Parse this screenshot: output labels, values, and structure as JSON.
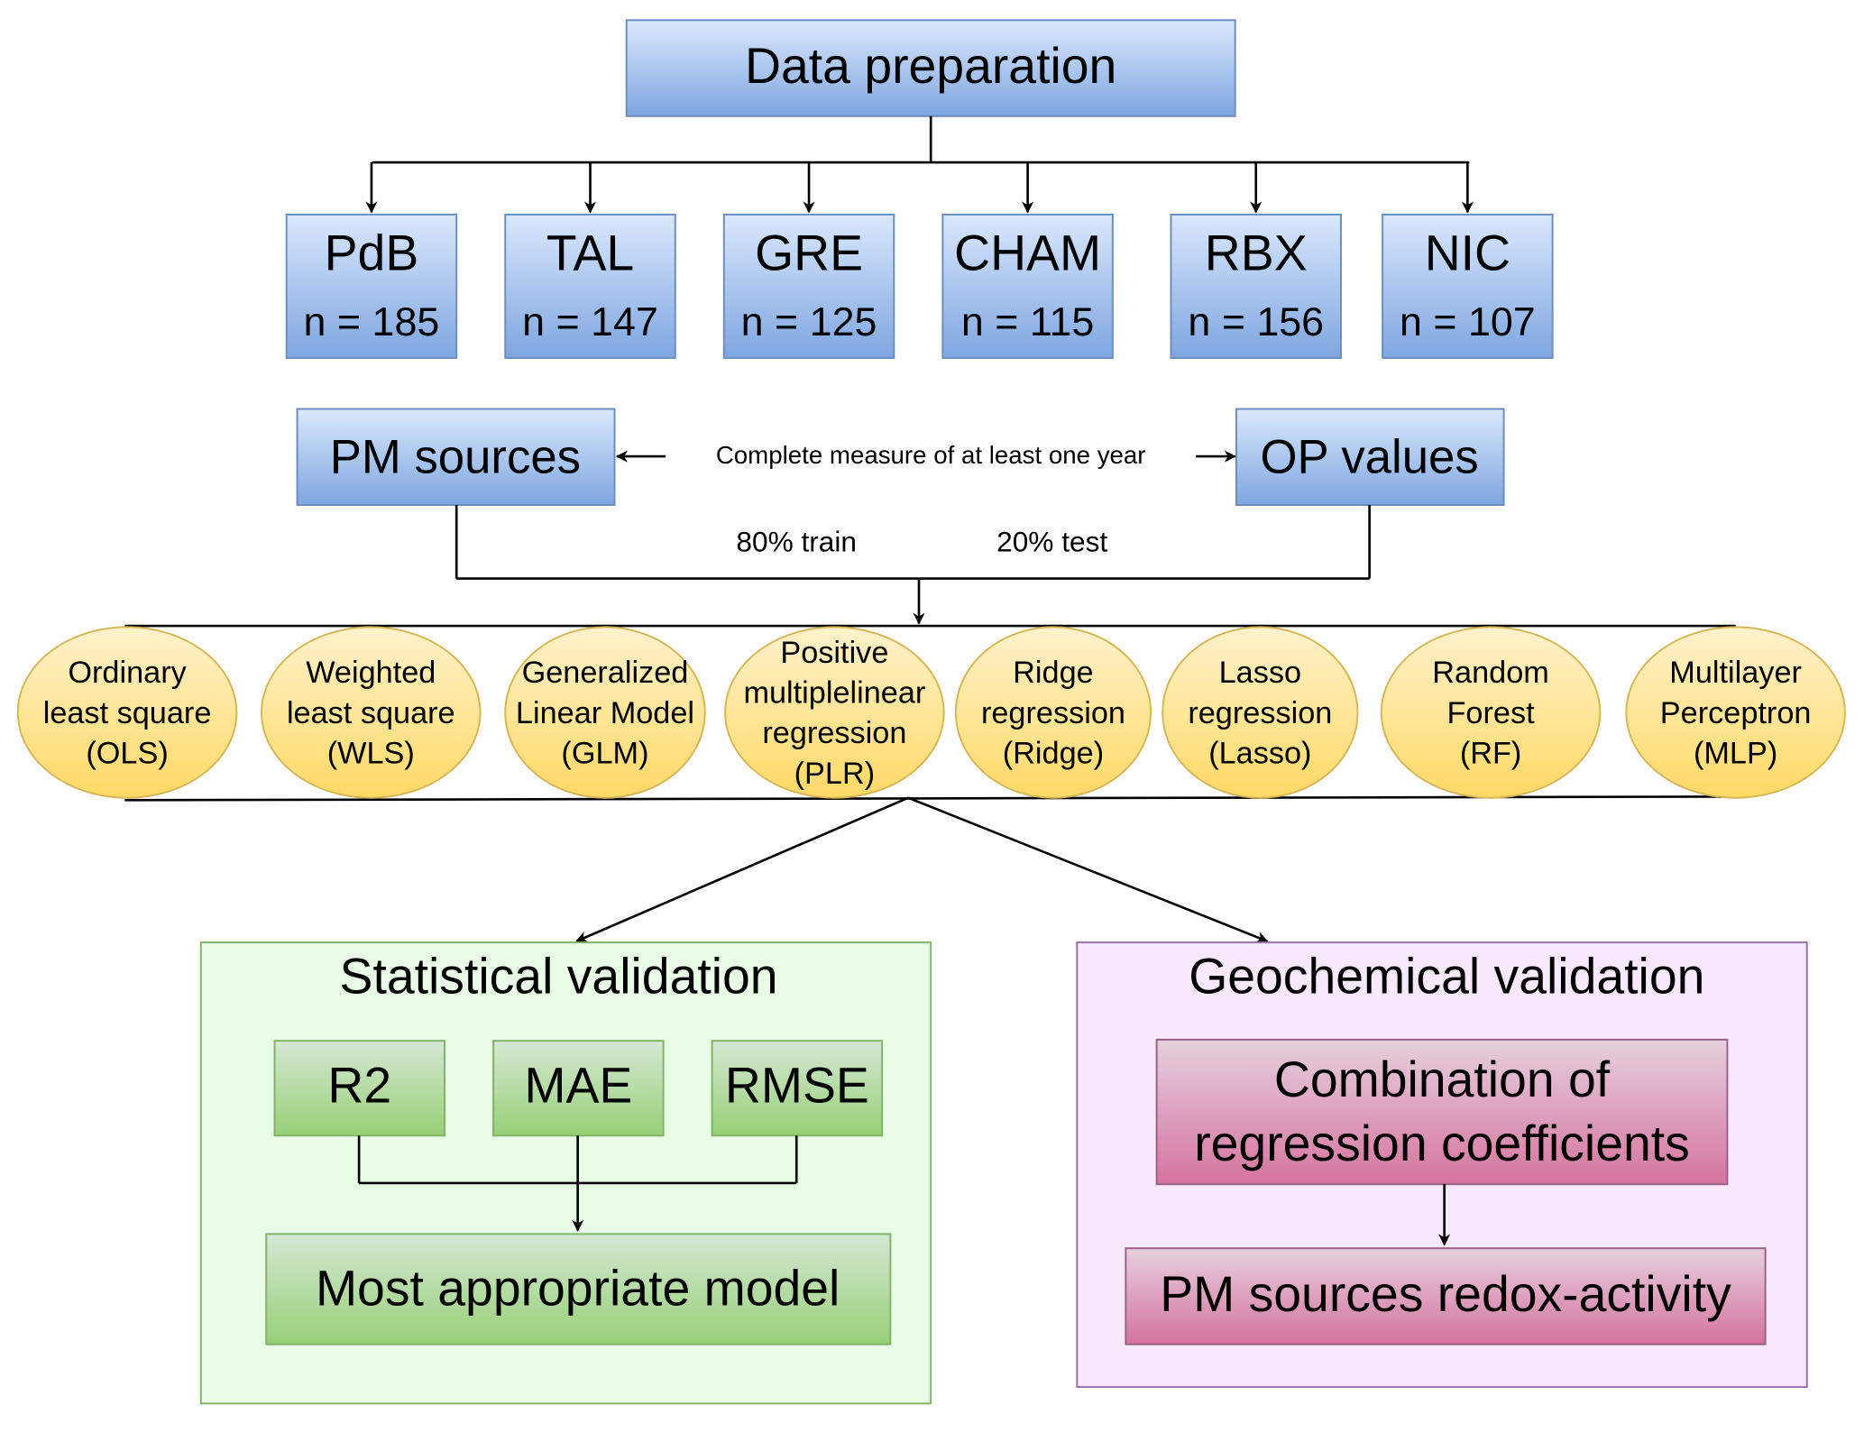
{
  "header": {
    "title": "Data preparation"
  },
  "sites": [
    {
      "name": "PdB",
      "n": "n = 185"
    },
    {
      "name": "TAL",
      "n": "n = 147"
    },
    {
      "name": "GRE",
      "n": "n = 125"
    },
    {
      "name": "CHAM",
      "n": "n = 115"
    },
    {
      "name": "RBX",
      "n": "n = 156"
    },
    {
      "name": "NIC",
      "n": "n = 107"
    }
  ],
  "inputs": {
    "left": "PM sources",
    "right": "OP values",
    "link_label": "Complete measure of at least one year",
    "train_label": "80% train",
    "test_label": "20% test"
  },
  "models": [
    {
      "lines": [
        "Ordinary",
        "least square",
        "(OLS)"
      ]
    },
    {
      "lines": [
        "Weighted",
        "least square",
        "(WLS)"
      ]
    },
    {
      "lines": [
        "Generalized",
        "Linear Model",
        "(GLM)"
      ]
    },
    {
      "lines": [
        "Positive",
        "multiplelinear",
        "regression",
        "(PLR)"
      ]
    },
    {
      "lines": [
        "Ridge",
        "regression",
        "(Ridge)"
      ]
    },
    {
      "lines": [
        "Lasso",
        "regression",
        "(Lasso)"
      ]
    },
    {
      "lines": [
        "Random",
        "Forest",
        "(RF)"
      ]
    },
    {
      "lines": [
        "Multilayer",
        "Perceptron",
        "(MLP)"
      ]
    }
  ],
  "statistical": {
    "title": "Statistical validation",
    "metrics": [
      "R2",
      "MAE",
      "RMSE"
    ],
    "result": "Most appropriate model"
  },
  "geochemical": {
    "title": "Geochemical validation",
    "step1": [
      "Combination of",
      "regression coefficients"
    ],
    "step2": "PM sources redox-activity"
  },
  "colors": {
    "blue_top": "#dae8fc",
    "blue_bottom": "#7ea6e0",
    "yellow_top": "#fff2cc",
    "yellow_bottom": "#ffd966",
    "green_top": "#d5e8d4",
    "green_bottom": "#97d077",
    "pink_top": "#e6d0de",
    "pink_bottom": "#d5739d",
    "green_panel": "#e8fce6",
    "purple_panel": "#f7e8fc"
  }
}
